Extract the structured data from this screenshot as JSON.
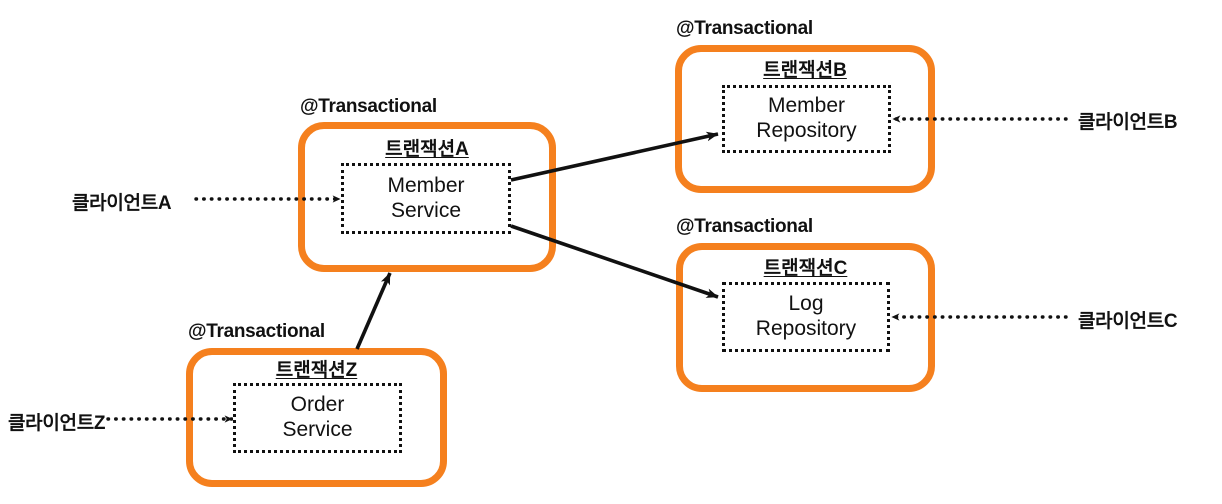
{
  "diagram": {
    "title": "Spring transaction propagation diagram",
    "accent_color": "#F5801E",
    "line_color": "#111111",
    "background": "#FFFFFF"
  },
  "annotations": {
    "transactional_a": "@Transactional",
    "transactional_b": "@Transactional",
    "transactional_c": "@Transactional",
    "transactional_z": "@Transactional"
  },
  "transactions": [
    {
      "id": "a",
      "title": "트랜잭션A",
      "annotation": "@Transactional",
      "component_line1": "Member",
      "component_line2": "Service"
    },
    {
      "id": "b",
      "title": "트랜잭션B",
      "annotation": "@Transactional",
      "component_line1": "Member",
      "component_line2": "Repository"
    },
    {
      "id": "c",
      "title": "트랜잭션C",
      "annotation": "@Transactional",
      "component_line1": "Log",
      "component_line2": "Repository"
    },
    {
      "id": "z",
      "title": "트랜잭션Z",
      "annotation": "@Transactional",
      "component_line1": "Order",
      "component_line2": "Service"
    }
  ],
  "clients": [
    {
      "id": "a",
      "label": "클라이언트A",
      "target": "트랜잭션A",
      "arrow": "dotted"
    },
    {
      "id": "b",
      "label": "클라이언트B",
      "target": "트랜잭션B",
      "arrow": "dotted"
    },
    {
      "id": "c",
      "label": "클라이언트C",
      "target": "트랜잭션C",
      "arrow": "dotted"
    },
    {
      "id": "z",
      "label": "클라이언트Z",
      "target": "트랜잭션Z",
      "arrow": "dotted"
    }
  ],
  "calls": [
    {
      "from": "Member Service",
      "to": "Member Repository",
      "arrow": "solid"
    },
    {
      "from": "Member Service",
      "to": "Log Repository",
      "arrow": "solid"
    },
    {
      "from": "Order Service",
      "to": "Member Service",
      "arrow": "solid"
    }
  ]
}
